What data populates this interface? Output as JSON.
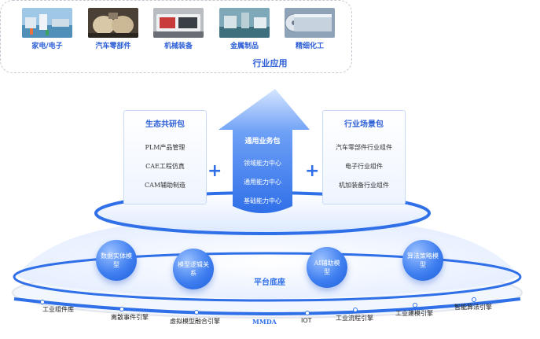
{
  "industry": {
    "title": "行业应用",
    "items": [
      {
        "label": "家电/电子",
        "icon": "factory-photo"
      },
      {
        "label": "汽车零部件",
        "icon": "car-interior-photo"
      },
      {
        "label": "机械装备",
        "icon": "machinery-photo"
      },
      {
        "label": "金属制品",
        "icon": "metal-workshop-photo"
      },
      {
        "label": "精细化工",
        "icon": "chemical-rolls-photo"
      }
    ]
  },
  "eco_pack": {
    "title": "生态共研包",
    "items": [
      "PLM产品管理",
      "CAE工程仿真",
      "CAM辅助制造"
    ]
  },
  "general_pack": {
    "title": "通用业务包",
    "items": [
      "领域能力中心",
      "通用能力中心",
      "基础能力中心"
    ]
  },
  "scene_pack": {
    "title": "行业场景包",
    "items": [
      "汽车零部件行业组件",
      "电子行业组件",
      "机加装备行业组件"
    ]
  },
  "plus_symbol": "+",
  "platform": {
    "title": "平台底座",
    "capabilities": [
      "数据实体模型",
      "模型逻辑关系",
      "AI辅助模型",
      "算法策略模型"
    ],
    "engines": [
      "工业组件库",
      "离散事件引擎",
      "虚拟模型融合引擎",
      "MMDA",
      "IOT",
      "工业流程引擎",
      "工业建模引擎",
      "智能算法引擎"
    ]
  },
  "colors": {
    "accent": "#2f6fe8",
    "title_blue": "#2d5fd6"
  }
}
